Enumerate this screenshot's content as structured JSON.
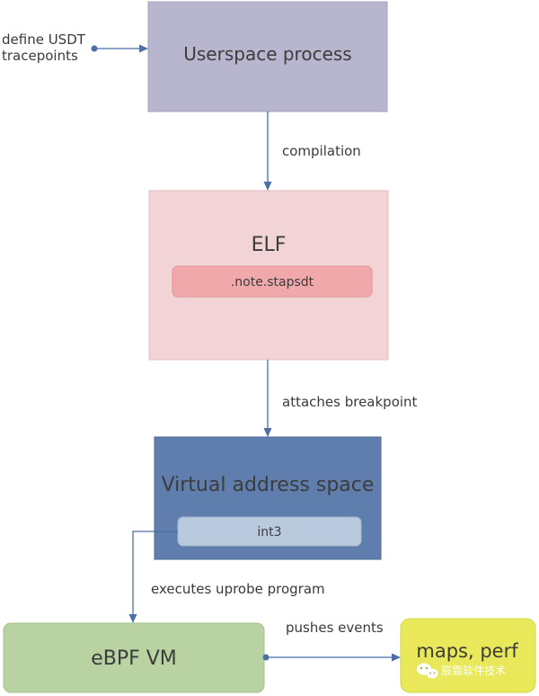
{
  "nodes": {
    "userspace_process": "Userspace process",
    "elf": "ELF",
    "note_section": ".note.stapsdt",
    "virtual_address_space": "Virtual address space",
    "int3": "int3",
    "ebpf_vm": "eBPF VM",
    "maps_perf": "maps, perf"
  },
  "edges": {
    "define_line1": "define USDT",
    "define_line2": "tracepoints",
    "compilation": "compilation",
    "attaches_breakpoint": "attaches breakpoint",
    "executes_uprobe": "executes uprobe program",
    "pushes_events": "pushes events"
  },
  "watermark": {
    "text": "辰霏软件技术"
  },
  "colors": {
    "userspace_fill": "#b8b6cf",
    "elf_fill": "#f2d3d6",
    "note_fill": "#f0a8ab",
    "vas_fill": "#5f7ead",
    "int3_fill": "#b9c9de",
    "ebpf_fill": "#b8d2a2",
    "maps_fill": "#e8e85a",
    "arrow": "#4b6fa6"
  }
}
